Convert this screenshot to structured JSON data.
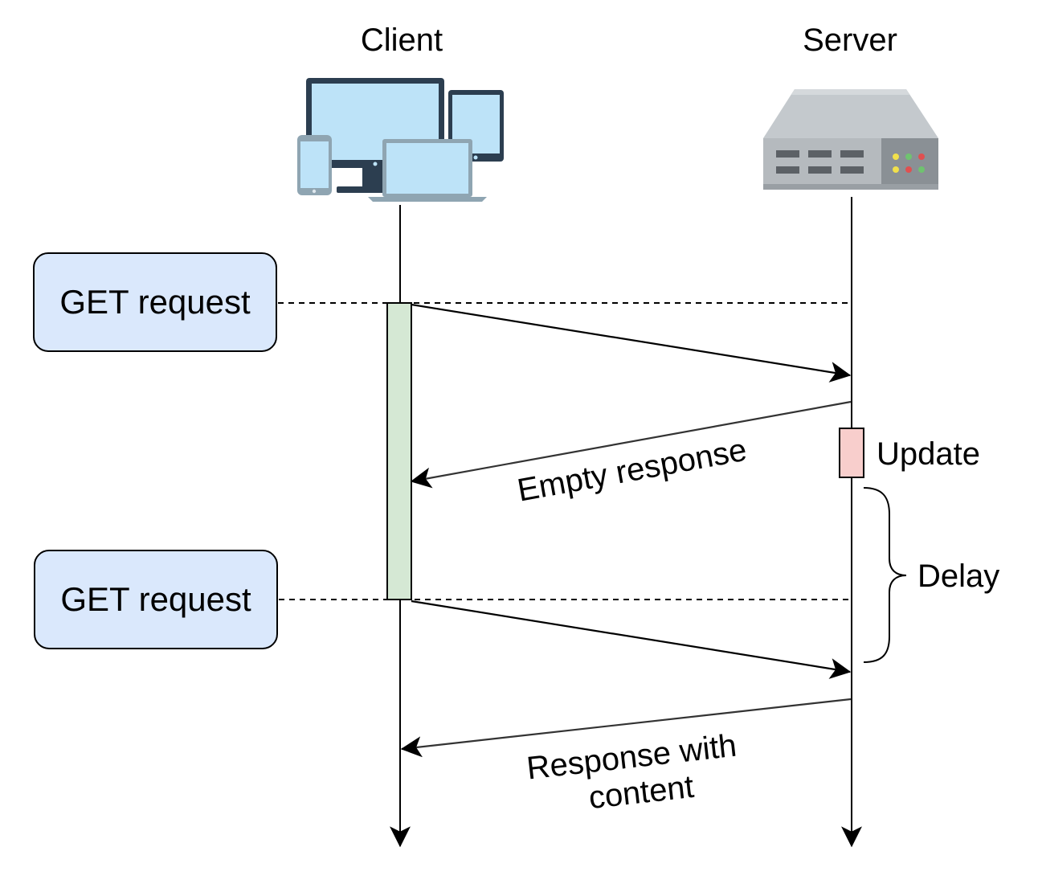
{
  "participants": {
    "client": {
      "label": "Client",
      "icon": "devices-icon"
    },
    "server": {
      "label": "Server",
      "icon": "server-icon"
    }
  },
  "notes": [
    {
      "label": "GET request"
    },
    {
      "label": "GET request"
    }
  ],
  "messages": {
    "empty_response": {
      "label": "Empty response"
    },
    "response_content": {
      "line1": "Response with",
      "line2": "content"
    }
  },
  "server_events": {
    "update": {
      "label": "Update"
    },
    "delay": {
      "label": "Delay"
    }
  },
  "colors": {
    "note_fill": "#dae8fc",
    "activation_fill": "#d5e8d4",
    "update_fill": "#f8cecc",
    "screen_blue": "#bde3f8",
    "device_dark": "#2c3e50",
    "server_body": "#b7bcc0"
  }
}
